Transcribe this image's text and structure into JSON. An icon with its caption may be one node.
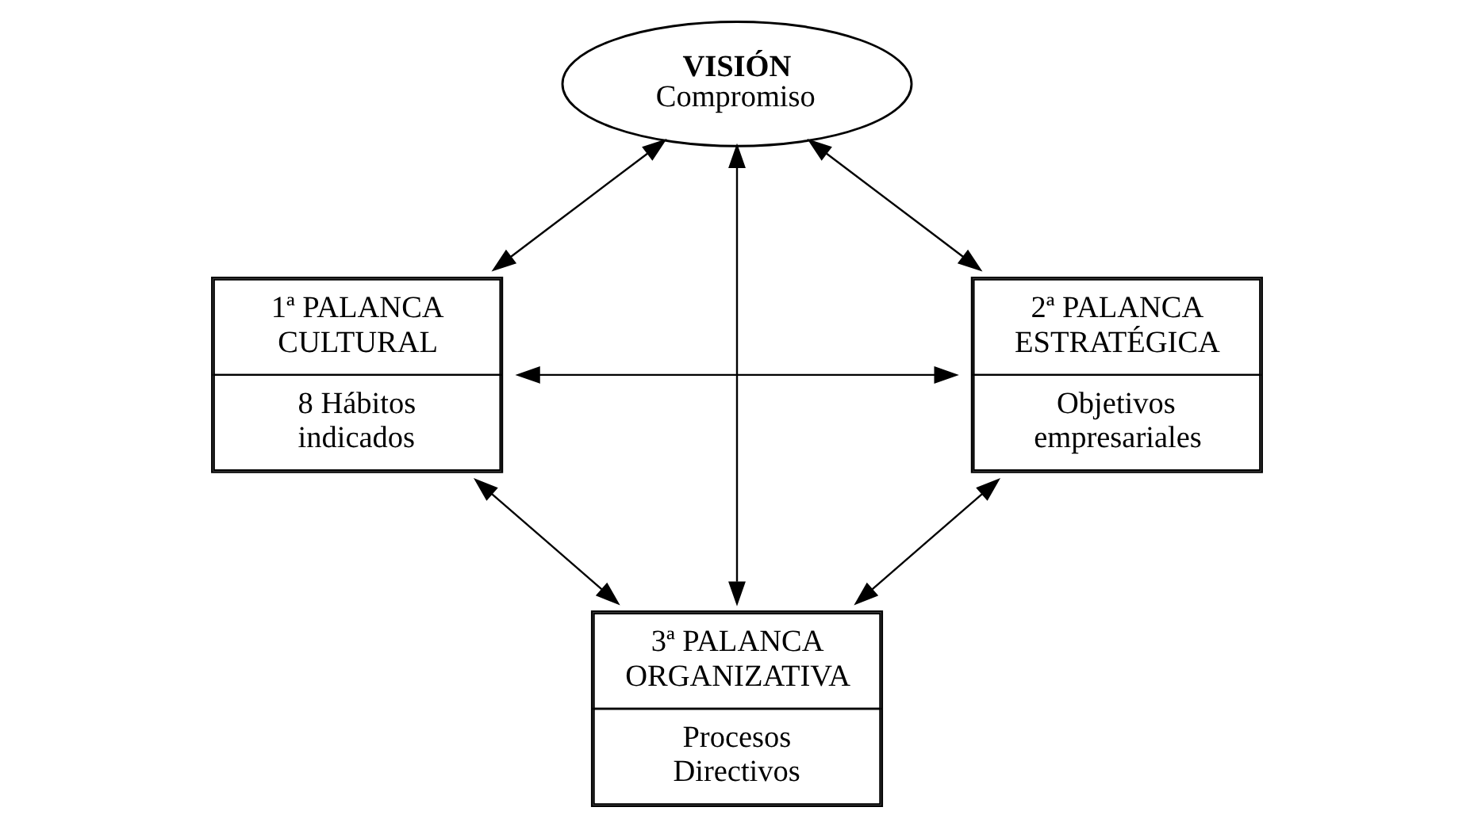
{
  "diagram": {
    "nodes": [
      {
        "text": [
          "VISIÓN",
          "Compromiso"
        ]
      },
      {
        "text": [
          "1ª PALANCA CULTURAL",
          "8 Hábitos indicados"
        ]
      },
      {
        "text": [
          "2ª PALANCA ESTRATÉGICA",
          "Objetivos empresariales"
        ]
      },
      {
        "text": [
          "3ª PALANCA ORGANIZATIVA",
          "Procesos Directivos"
        ]
      }
    ],
    "edges": [
      {
        "from": 0,
        "to": 1,
        "arrow": "both"
      },
      {
        "from": 0,
        "to": 2,
        "arrow": "both"
      },
      {
        "from": 1,
        "to": 2,
        "arrow": "both"
      },
      {
        "from": 0,
        "to": 3,
        "arrow": "both"
      },
      {
        "from": 1,
        "to": 3,
        "arrow": "both"
      },
      {
        "from": 2,
        "to": 3,
        "arrow": "both"
      }
    ]
  }
}
